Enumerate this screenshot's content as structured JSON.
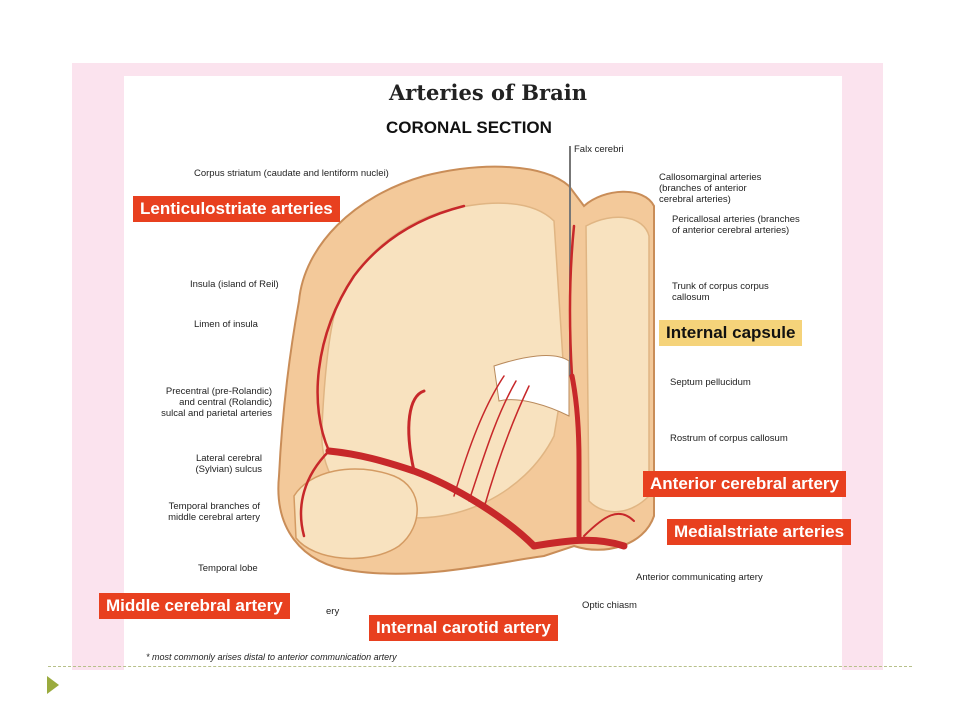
{
  "slide": {
    "title": "Arteries of Brain",
    "subtitle": "CORONAL SECTION",
    "footnote": "* most commonly arises distal to anterior communication artery"
  },
  "labels": {
    "corpus_striatum": "Corpus striatum (caudate and lentiform nuclei)",
    "falx_cerebri": "Falx cerebri",
    "callosomarginal": "Callosomarginal arteries\n(branches of anterior\ncerebral arteries)",
    "pericallosal": "Pericallosal arteries (branches\nof anterior cerebral arteries)",
    "insula": "Insula (island of Reil)",
    "limen": "Limen of insula",
    "trunk_corpus": "Trunk of corpus corpus\ncallosum",
    "precentral": "Precentral (pre-Rolandic)\nand central (Rolandic)\nsulcal and parietal arteries",
    "septum": "Septum pellucidum",
    "lateral_cerebral": "Lateral cerebral\n(Sylvian) sulcus",
    "rostrum": "Rostrum of corpus callosum",
    "temporal_branches": "Temporal branches of\nmiddle cerebral artery",
    "temporal_lobe": "Temporal lobe",
    "anterior_communicating": "Anterior communicating artery",
    "optic_chiasm": "Optic chiasm",
    "hidden_suffix": "ery"
  },
  "callouts": {
    "lenticulostriate": "Lenticulostriate arteries",
    "internal_capsule": "Internal capsule",
    "anterior_cerebral": "Anterior cerebral artery",
    "medialstriate": "Medialstriate arteries",
    "middle_cerebral": "Middle cerebral artery",
    "internal_carotid": "Internal carotid artery"
  },
  "colors": {
    "artery": "#c7282a",
    "brain_cortex": "#f3c99a",
    "white_matter": "#f8e2bf",
    "callout_red": "#e8401f",
    "callout_yellow": "#f5d37a",
    "panel_pink": "#fbe3ee"
  }
}
